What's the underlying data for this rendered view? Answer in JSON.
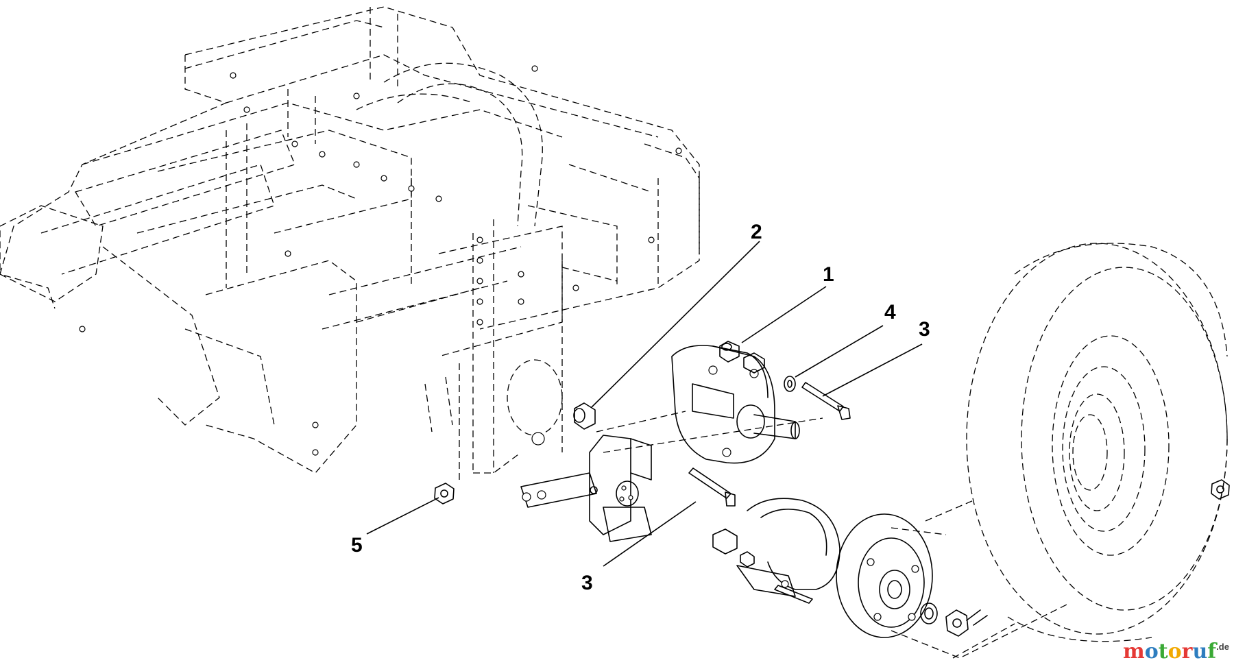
{
  "callouts": [
    {
      "id": "c1",
      "label": "1"
    },
    {
      "id": "c2",
      "label": "2"
    },
    {
      "id": "c3a",
      "label": "3"
    },
    {
      "id": "c3b",
      "label": "3"
    },
    {
      "id": "c4",
      "label": "4"
    },
    {
      "id": "c5",
      "label": "5"
    }
  ],
  "watermark": {
    "text": "motoruf",
    "suffix": ".de",
    "letter_colors": [
      "#e53935",
      "#2e7dbf",
      "#3aa935",
      "#f2a900",
      "#e53935",
      "#2e7dbf",
      "#3aa935"
    ]
  },
  "colors": {
    "line": "#000000",
    "background": "#ffffff"
  }
}
